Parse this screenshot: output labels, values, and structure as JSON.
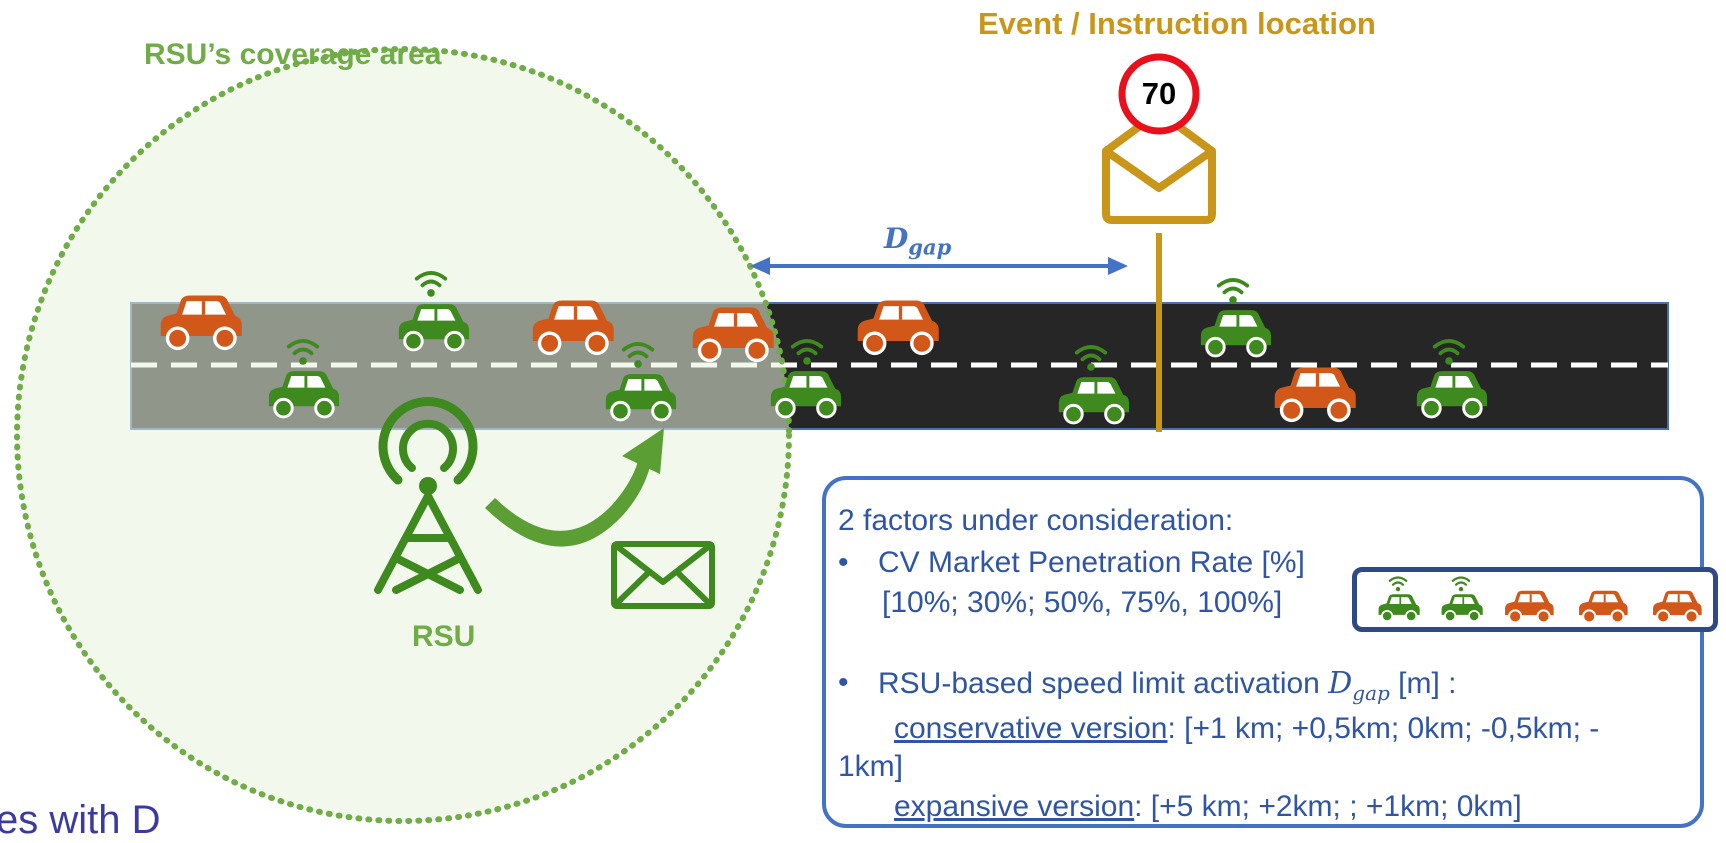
{
  "labels": {
    "coverage": "RSU’s coverage area",
    "event_location": "Event / Instruction location",
    "rsu": "RSU",
    "speed_sign": "70",
    "dgap_symbol": "D",
    "dgap_sub": "gap"
  },
  "factors": {
    "heading": "2 factors under consideration:",
    "bullet": "•",
    "mpr_title": "CV Market Penetration Rate [%]",
    "mpr_values": "[10%; 30%; 50%, 75%, 100%]",
    "gap_title_pre": "RSU-based speed limit activation ",
    "gap_title_post": " [m] :",
    "conservative_label": "conservative version",
    "conservative_values_1": ": [+1 km; +0,5km; 0km; -0,5km; -",
    "conservative_values_2": "1km]",
    "expansive_label": "expansive version",
    "expansive_values": ": [+5 km; +2km; ; +1km; 0km]"
  },
  "cut_text": "es with D",
  "colors": {
    "road": "#262626",
    "connected_car": "#3e8a1f",
    "conventional_car": "#d2581a",
    "coverage": "#70ad47",
    "event": "#c9961a",
    "dgap_arrow": "#4472c4",
    "sign_ring": "#e8101c"
  },
  "icons": [
    "wifi-icon",
    "car-icon",
    "rsu-tower-icon",
    "envelope-icon",
    "speed-limit-sign"
  ]
}
